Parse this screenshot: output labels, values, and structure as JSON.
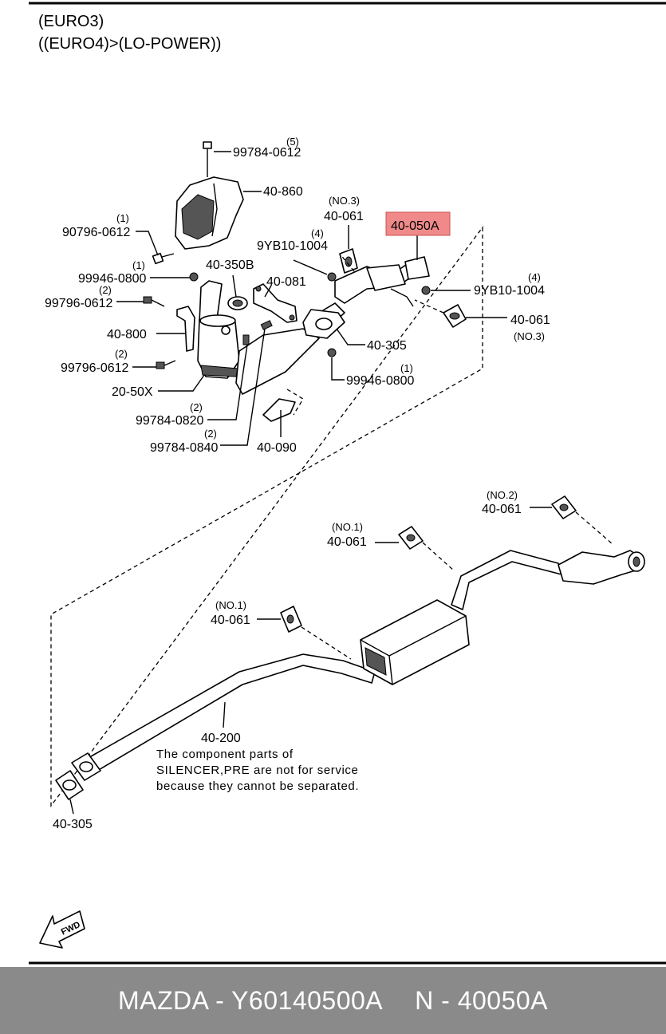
{
  "header": {
    "line1": "(EURO3)",
    "line2": "((EURO4)>(LO-POWER))"
  },
  "labels": {
    "p99784_0612": "99784-0612",
    "q99784_0612": "(5)",
    "p40_860": "40-860",
    "p90796_0612": "90796-0612",
    "q90796_0612": "(1)",
    "p40_350B": "40-350B",
    "p99946_0800a": "99946-0800",
    "q99946_0800a": "(1)",
    "p99796_0612a": "99796-0612",
    "q99796_0612a": "(2)",
    "p40_081": "40-081",
    "p40_800": "40-800",
    "p99796_0612b": "99796-0612",
    "q99796_0612b": "(2)",
    "p20_50X": "20-50X",
    "p99784_0820": "99784-0820",
    "q99784_0820": "(2)",
    "p99784_0840": "99784-0840",
    "q99784_0840": "(2)",
    "p40_090": "40-090",
    "p40_305a": "40-305",
    "p99946_0800b": "99946-0800",
    "q99946_0800b": "(1)",
    "p9YB10_1004a": "9YB10-1004",
    "q9YB10_1004a": "(4)",
    "p40_061_top": "40-061",
    "q40_061_top": "(NO.3)",
    "p40_050A": "40-050A",
    "p9YB10_1004b": "9YB10-1004",
    "q9YB10_1004b": "(4)",
    "p40_061_right": "40-061",
    "q40_061_right": "(NO.3)",
    "p40_061_no2": "40-061",
    "q40_061_no2": "(NO.2)",
    "p40_061_no1a": "40-061",
    "q40_061_no1a": "(NO.1)",
    "p40_061_no1b": "40-061",
    "q40_061_no1b": "(NO.1)",
    "p40_200": "40-200",
    "p40_305b": "40-305"
  },
  "note": {
    "line1": "The component parts of",
    "line2": "SILENCER,PRE are not for service",
    "line3": "because they cannot be separated."
  },
  "fwd": "FWD",
  "highlight_color": "#f08a8a",
  "footer": {
    "left": "MAZDA - Y60140500A",
    "right": "N - 40050A"
  }
}
